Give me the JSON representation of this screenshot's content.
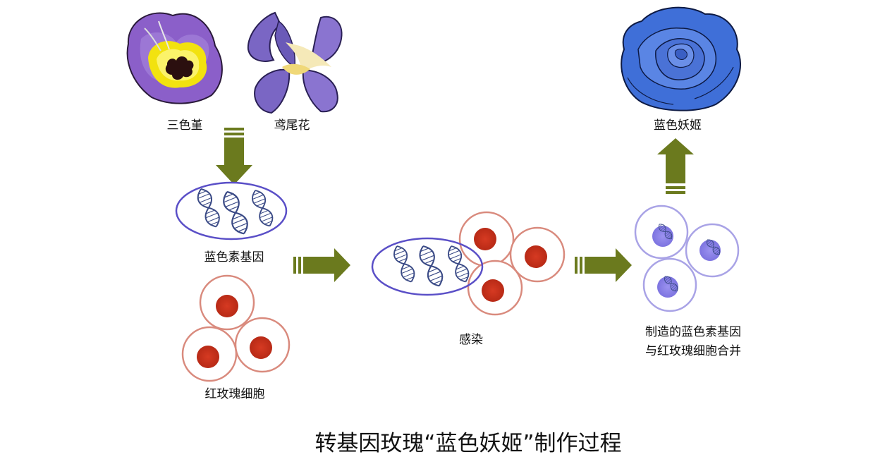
{
  "labels": {
    "pansy": "三色堇",
    "iris": "鸢尾花",
    "blue_rose": "蓝色妖姬",
    "blue_pigment_gene": "蓝色素基因",
    "red_rose_cells": "红玫瑰细胞",
    "infection": "感染",
    "merge_line1": "制造的蓝色素基因",
    "merge_line2": "与红玫瑰细胞合并"
  },
  "title": "转基因玫瑰“蓝色妖姬”制作过程",
  "colors": {
    "arrow": "#6b7a1e",
    "gene_ellipse": "#5a4fc7",
    "dna": "#3a4a86",
    "cell_outline": "#d98a7d",
    "nucleus": "#c8321e",
    "merged_cell_outline": "#a9a3e6",
    "merged_nucleus": "#8f86ea",
    "pansy_petal": "#8b5fc9",
    "pansy_center": "#f2e20f",
    "iris_petal": "#8a74d0",
    "rose_blue": "#3f6fd8"
  }
}
